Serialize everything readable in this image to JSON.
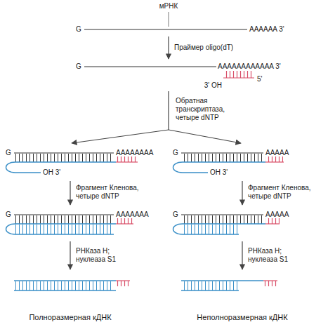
{
  "diagram": {
    "labels": [
      "мРНК",
      "G",
      "AAAAAA 3'",
      "Праймер oligo(dT)",
      "G",
      "AAAAAAAAAAAA 3'",
      "5'",
      "3' OH",
      "Обратная транскриптаза, четыре dNTP",
      "G",
      "AAAAAAAA",
      "OH 3'",
      "G",
      "AAAAA",
      "OH 3'",
      "Фрагмент Кленова, четыре dNTP",
      "Фрагмент Кленова, четыре dNTP",
      "G",
      "AAAAAAA",
      "G",
      "AAAAA",
      "РНКаза H; нуклеаза S1",
      "РНКаза H; нуклеаза S1",
      "Полноразмерная кДНК",
      "Неполноразмерная кДНК"
    ]
  }
}
